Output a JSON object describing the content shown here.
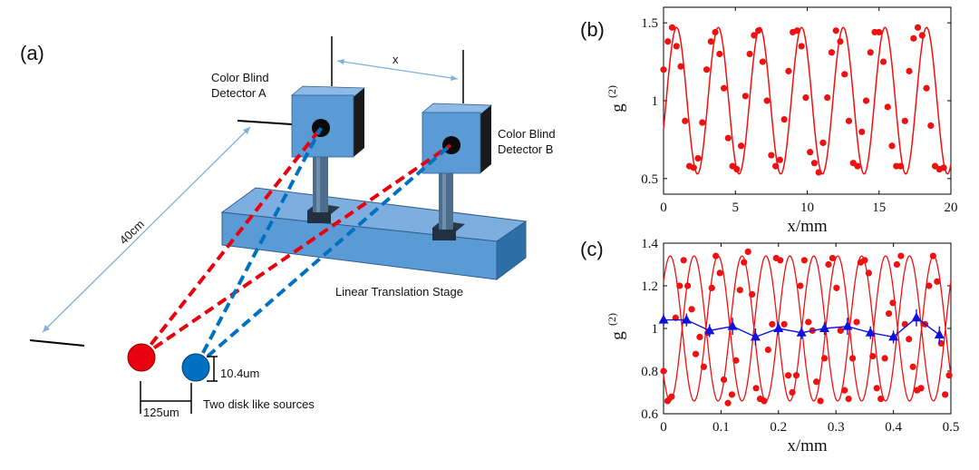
{
  "panel_labels": {
    "a": "(a)",
    "b": "(b)",
    "c": "(c)"
  },
  "diagram": {
    "detector_a": [
      "Color Blind",
      "Detector A"
    ],
    "detector_b": [
      "Color Blind",
      "Detector B"
    ],
    "separation_label": "x",
    "distance_label": "40cm",
    "stage_label": "Linear Translation Stage",
    "source_size_label": "10.4um",
    "source_gap_label": "125um",
    "sources_label": "Two disk like sources",
    "colors": {
      "red": "#e8000e",
      "blue": "#0070c0",
      "box": "#5b9bd5",
      "box_dark": "#2e6ea6",
      "post": "#3f5f7f"
    }
  },
  "chart_data": [
    {
      "id": "b",
      "type": "line",
      "xlabel": "x/mm",
      "ylabel": "g",
      "ylabel_sup": "(2)",
      "xlim": [
        0,
        20
      ],
      "ylim": [
        0.4,
        1.6
      ],
      "xticks": [
        0,
        5,
        10,
        15,
        20
      ],
      "yticks": [
        0.5,
        1,
        1.5
      ],
      "ytick_labels": [
        "0.5",
        "1",
        "1.5"
      ],
      "color": "#ee1111",
      "fit": {
        "offset": 1.0,
        "amplitude": 0.47,
        "period": 2.9,
        "phase": -0.4
      },
      "points": {
        "x": [
          0,
          0.3,
          0.6,
          0.9,
          1.2,
          1.5,
          1.8,
          2.1,
          2.4,
          2.7,
          3.0,
          3.3,
          3.6,
          3.9,
          4.2,
          4.5,
          4.8,
          5.1,
          5.4,
          5.7,
          6.0,
          6.3,
          6.6,
          6.9,
          7.2,
          7.5,
          7.8,
          8.1,
          8.4,
          8.7,
          9.0,
          9.3,
          9.6,
          9.9,
          10.2,
          10.5,
          10.8,
          11.1,
          11.4,
          11.7,
          12.0,
          12.3,
          12.6,
          12.9,
          13.2,
          13.5,
          13.8,
          14.1,
          14.4,
          14.7,
          15.0,
          15.3,
          15.6,
          15.9,
          16.2,
          16.5,
          16.8,
          17.1,
          17.4,
          17.7,
          18.0,
          18.3,
          18.6,
          18.9,
          19.2,
          19.5
        ],
        "y": [
          1.2,
          1.38,
          1.47,
          1.35,
          1.22,
          0.87,
          0.58,
          0.57,
          0.63,
          0.86,
          1.2,
          1.38,
          1.44,
          1.3,
          1.08,
          0.76,
          0.58,
          0.56,
          0.71,
          1.03,
          1.3,
          1.42,
          1.45,
          1.25,
          1.0,
          0.65,
          0.58,
          0.62,
          0.88,
          1.19,
          1.44,
          1.45,
          1.35,
          1.02,
          0.67,
          0.6,
          0.54,
          0.73,
          1.02,
          1.31,
          1.45,
          1.38,
          1.17,
          0.87,
          0.6,
          0.58,
          0.8,
          1.0,
          1.31,
          1.44,
          1.44,
          1.25,
          0.96,
          0.71,
          0.58,
          0.58,
          0.87,
          1.19,
          1.4,
          1.47,
          1.42,
          1.08,
          0.84,
          0.58,
          0.56,
          0.57
        ]
      }
    },
    {
      "id": "c",
      "type": "line",
      "xlabel": "x/mm",
      "ylabel": "g",
      "ylabel_sup": "(2)",
      "xlim": [
        0,
        0.5
      ],
      "ylim": [
        0.6,
        1.4
      ],
      "xticks": [
        0,
        0.1,
        0.2,
        0.3,
        0.4,
        0.5
      ],
      "yticks": [
        0.6,
        0.8,
        1.0,
        1.2,
        1.4
      ],
      "ytick_labels": [
        "0.6",
        "0.8",
        "1",
        "1.2",
        "1.4"
      ],
      "color": "#ee1111",
      "fit_a": {
        "offset": 1.0,
        "amplitude": 0.34,
        "period": 0.0833,
        "phase": 0.7
      },
      "fit_b": {
        "offset": 1.0,
        "amplitude": 0.34,
        "period": 0.0833,
        "phase": 3.84
      },
      "points": {
        "x": [
          0.0,
          0.007,
          0.014,
          0.021,
          0.028,
          0.035,
          0.042,
          0.049,
          0.056,
          0.063,
          0.07,
          0.077,
          0.084,
          0.091,
          0.098,
          0.105,
          0.112,
          0.119,
          0.126,
          0.133,
          0.14,
          0.147,
          0.154,
          0.161,
          0.168,
          0.175,
          0.182,
          0.189,
          0.196,
          0.203,
          0.21,
          0.217,
          0.224,
          0.231,
          0.238,
          0.245,
          0.252,
          0.259,
          0.266,
          0.273,
          0.28,
          0.287,
          0.294,
          0.301,
          0.308,
          0.315,
          0.322,
          0.329,
          0.336,
          0.343,
          0.35,
          0.357,
          0.364,
          0.371,
          0.378,
          0.385,
          0.392,
          0.399,
          0.406,
          0.413,
          0.42,
          0.427,
          0.434,
          0.441,
          0.448,
          0.455,
          0.462,
          0.469,
          0.476,
          0.483,
          0.49,
          0.497
        ],
        "y": [
          0.8,
          0.66,
          0.68,
          1.05,
          1.2,
          1.32,
          1.2,
          1.09,
          0.88,
          0.96,
          0.82,
          0.98,
          1.19,
          1.34,
          1.26,
          0.76,
          0.65,
          0.69,
          0.85,
          1.18,
          1.31,
          1.36,
          1.16,
          0.72,
          0.67,
          0.66,
          0.9,
          1.02,
          1.33,
          1.32,
          1.02,
          0.78,
          0.7,
          0.78,
          1.2,
          1.32,
          1.03,
          0.99,
          0.75,
          0.66,
          0.86,
          1.3,
          1.33,
          1.19,
          0.99,
          0.71,
          0.67,
          0.86,
          1.03,
          1.31,
          1.32,
          1.26,
          0.87,
          0.72,
          0.67,
          0.86,
          1.07,
          1.12,
          1.3,
          1.34,
          1.02,
          0.95,
          0.82,
          0.71,
          0.72,
          1.02,
          1.2,
          1.34,
          1.22,
          0.93,
          0.69,
          0.78
        ]
      },
      "blue_series": {
        "color": "#1111dd",
        "x": [
          0.0,
          0.04,
          0.08,
          0.12,
          0.16,
          0.2,
          0.24,
          0.28,
          0.32,
          0.36,
          0.4,
          0.44,
          0.48
        ],
        "y": [
          1.04,
          1.04,
          0.99,
          1.01,
          0.96,
          1.0,
          0.98,
          1.0,
          1.01,
          0.98,
          0.96,
          1.05,
          0.97
        ],
        "err": [
          0.03,
          0.03,
          0.03,
          0.04,
          0.04,
          0.03,
          0.03,
          0.03,
          0.04,
          0.03,
          0.03,
          0.04,
          0.04
        ]
      }
    }
  ]
}
